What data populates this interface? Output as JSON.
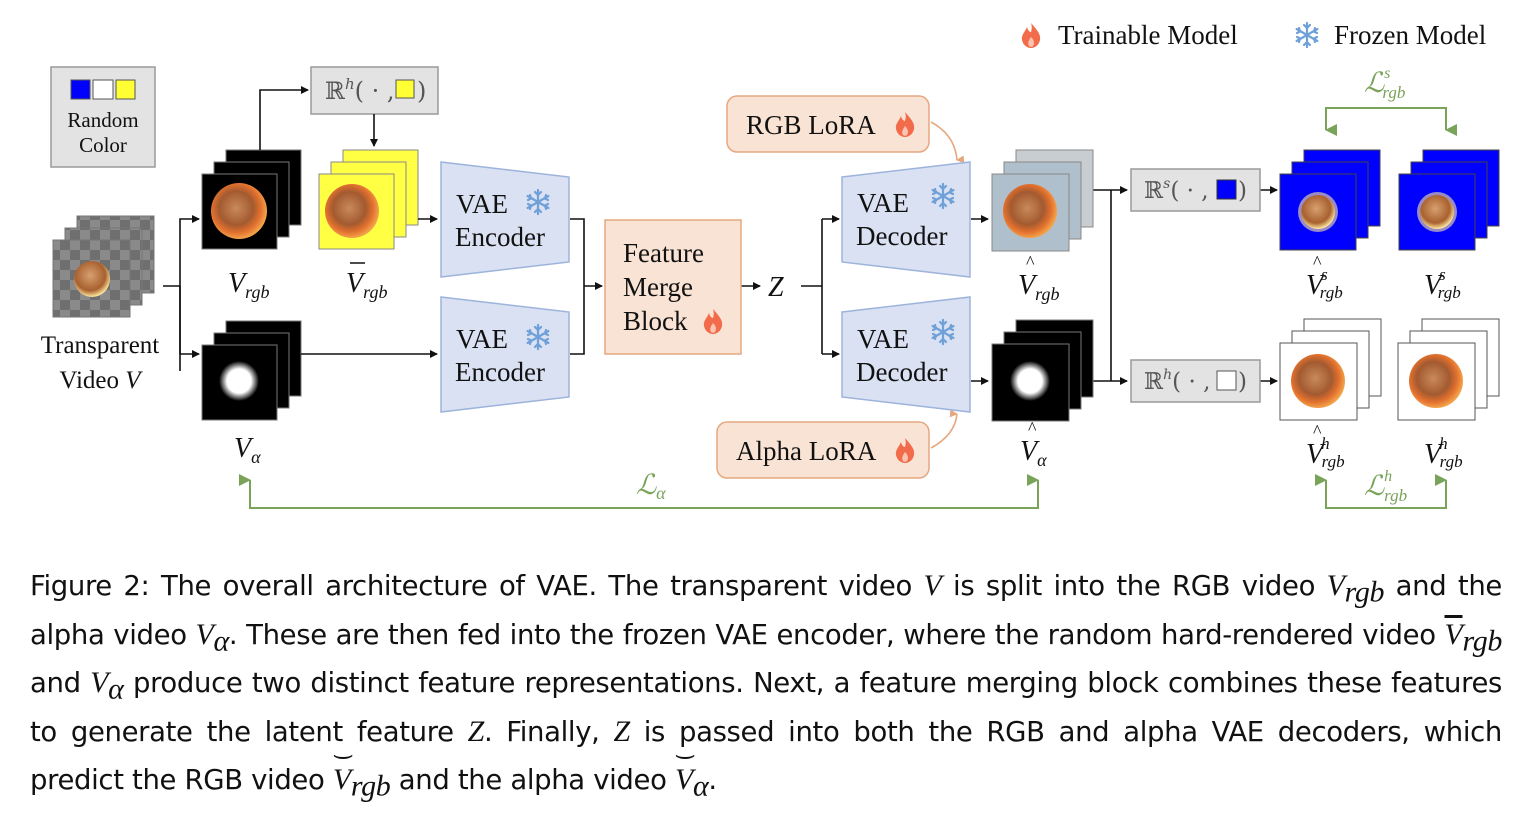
{
  "legend": {
    "trainable_label": "Trainable Model",
    "frozen_label": "Frozen Model",
    "trainable_icon": "flame-icon",
    "frozen_icon": "snowflake-icon"
  },
  "random_color": {
    "line1": "Random",
    "line2": "Color",
    "swatches": [
      "#0000ff",
      "#ffffff",
      "#ffff33"
    ]
  },
  "input": {
    "line1": "Transparent",
    "line2": "Video ",
    "var": "V"
  },
  "labels": {
    "V_rgb": "V",
    "V_rgb_sub": "rgb",
    "Vbar_rgb": "V",
    "Vbar_rgb_sub": "rgb",
    "V_alpha": "V",
    "V_alpha_sub": "α",
    "Vhat_rgb": "V",
    "Vhat_rgb_sub": "rgb",
    "Vhat_alpha": "V",
    "Vhat_alpha_sub": "α",
    "Vhat_s": "V",
    "Vhat_s_sup": "s",
    "Vhat_s_sub": "rgb",
    "V_s": "V",
    "V_s_sup": "s",
    "V_s_sub": "rgb",
    "Vhat_h": "V",
    "Vhat_h_sup": "h",
    "Vhat_h_sub": "rgb",
    "V_h": "V",
    "V_h_sup": "h",
    "V_h_sub": "rgb",
    "Z": "Z"
  },
  "blocks": {
    "encoder_line1": "VAE",
    "encoder_line2": "Encoder",
    "decoder_line1": "VAE",
    "decoder_line2": "Decoder",
    "merge_line1": "Feature",
    "merge_line2": "Merge",
    "merge_line3": "Block",
    "rgb_lora": "RGB LoRA",
    "alpha_lora": "Alpha LoRA"
  },
  "renders": {
    "hard_yellow": {
      "op": "ℝ",
      "sup": "h",
      "args": "( · ,",
      "close": ")",
      "swatch": "#ffff33"
    },
    "soft_blue": {
      "op": "ℝ",
      "sup": "s",
      "args": "( · ,",
      "close": ")",
      "swatch": "#0000ff"
    },
    "hard_white": {
      "op": "ℝ",
      "sup": "h",
      "args": "( · ,",
      "close": ")",
      "swatch": "#ffffff"
    }
  },
  "losses": {
    "alpha": {
      "L": "ℒ",
      "sub": "α"
    },
    "rgb_s": {
      "L": "ℒ",
      "sup": "s",
      "sub": "rgb"
    },
    "rgb_h": {
      "L": "ℒ",
      "sup": "h",
      "sub": "rgb"
    }
  },
  "colors": {
    "vae_fill": "#d9e1f2",
    "vae_stroke": "#9db3dc",
    "lora_fill": "#f9e3d4",
    "lora_stroke": "#e6a880",
    "loss_green": "#7aa35a",
    "render_fill": "#e3e3e3",
    "flame": "#f26b4a",
    "snow": "#6fa0d8"
  },
  "caption": {
    "t1": "Figure 2: The overall architecture of VAE. The transparent video ",
    "m1": "V",
    "t2": " is split into the RGB video ",
    "m2": "V",
    "m2sub": "rgb",
    "t3": " and the alpha video ",
    "m3": "V",
    "m3sub": "α",
    "t4": ". These are then fed into the frozen VAE encoder, where the random hard-rendered video ",
    "m4": "V",
    "m4sub": "rgb",
    "t5": " and ",
    "m5": "V",
    "m5sub": "α",
    "t6": " produce two distinct feature representations. Next, a feature merging block combines these features to generate the latent feature ",
    "m6": "Z",
    "t7": ". Finally, ",
    "m7": "Z",
    "t8": " is passed into both the RGB and alpha VAE decoders, which predict the RGB video ",
    "m8": "V",
    "m8sub": "rgb",
    "t9": " and the alpha video ",
    "m9": "V",
    "m9sub": "α",
    "t10": "."
  }
}
